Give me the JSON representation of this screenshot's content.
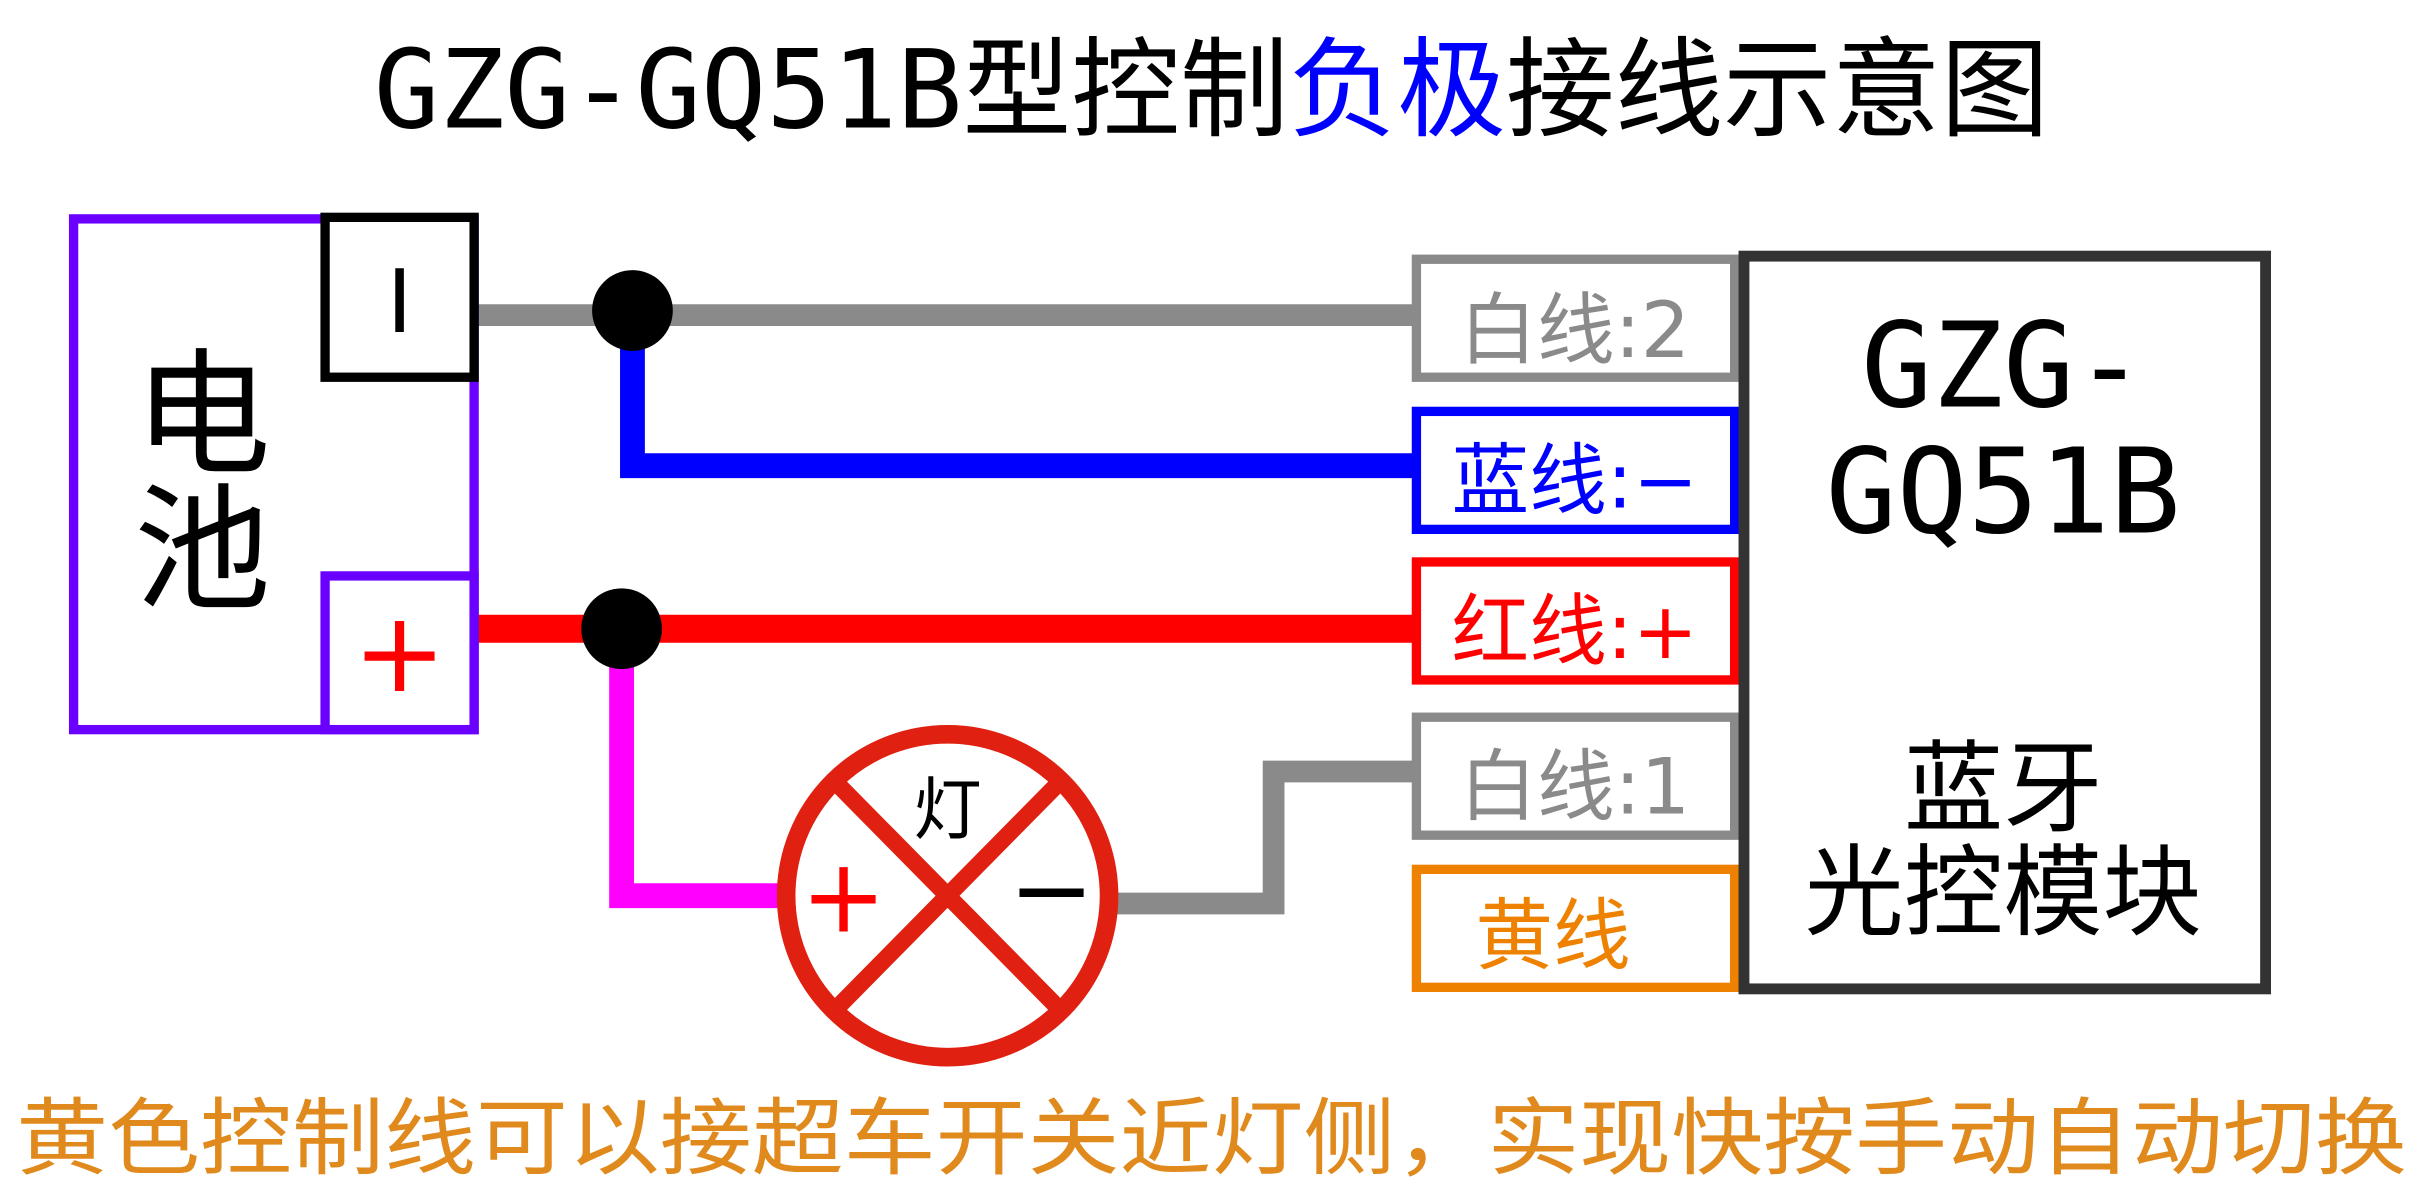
{
  "title": {
    "part1": "GZG-GQ51B型控制",
    "part2": "负极",
    "part3": "接线示意图"
  },
  "battery": {
    "label_line1": "电",
    "label_line2": "池",
    "negative": "I",
    "positive": "+"
  },
  "lamp": {
    "label": "灯",
    "plus": "+",
    "minus": "−"
  },
  "wires": [
    {
      "label": "白线:2",
      "color": "#8a8a8a"
    },
    {
      "label": "蓝线:−",
      "color": "#0000ff"
    },
    {
      "label": "红线:+",
      "color": "#ff0000"
    },
    {
      "label": "白线:1",
      "color": "#8a8a8a"
    },
    {
      "label": "黄线",
      "color": "#ee8200"
    }
  ],
  "module": {
    "model_line1": "GZG-",
    "model_line2": "GQ51B",
    "desc_line1": "蓝牙",
    "desc_line2": "光控模块"
  },
  "footer": "黄色控制线可以接超车开关近灯侧，实现快按手动自动切换",
  "colors": {
    "battery": "#6a00ff",
    "magenta": "#ff00ff",
    "lamp": "#e02010",
    "footer": "#e08a1e",
    "module": "#333333"
  }
}
